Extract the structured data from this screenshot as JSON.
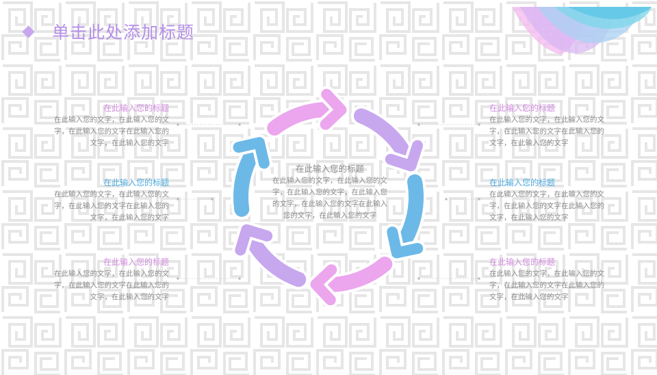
{
  "slide": {
    "title": "单击此处添加标题"
  },
  "colors": {
    "pink": "#eba6ee",
    "purple": "#c7a7ee",
    "blue": "#6cb9e8",
    "title": "#b58fe6"
  },
  "center": {
    "title": "在此输入您的标题",
    "body": "在此输入您的文字，在此输入您的文字，在此输入您的文字，在此输入您的文字，在此输入您的文字在此输入您的文字，在此输入您的文字"
  },
  "blocks": [
    {
      "title": "在此输入您的标题",
      "body": "在此输入您的文字，在此输入您的文字，在此输入您的文字在此输入您的文字，在此输入您的文字"
    },
    {
      "title": "在此输入您的标题",
      "body": "在此输入您的文字，在此输入您的文字，在此输入您的文字在此输入您的文字，在此输入您的文字"
    },
    {
      "title": "在此输入您的标题",
      "body": "在此输入您的文字，在此输入您的文字，在此输入您的文字在此输入您的文字，在此输入您的文字"
    },
    {
      "title": "在此输入您的标题",
      "body": "在此输入您的文字，在此输入您的文字，在此输入您的文字在此输入您的文字，在此输入您的文字"
    },
    {
      "title": "在此输入您的标题",
      "body": "在此输入您的文字，在此输入您的文字，在此输入您的文字在此输入您的文字，在此输入您的文字"
    },
    {
      "title": "在此输入您的标题",
      "body": "在此输入您的文字，在此输入您的文字，在此输入您的文字在此输入您的文字，在此输入您的文字"
    }
  ]
}
